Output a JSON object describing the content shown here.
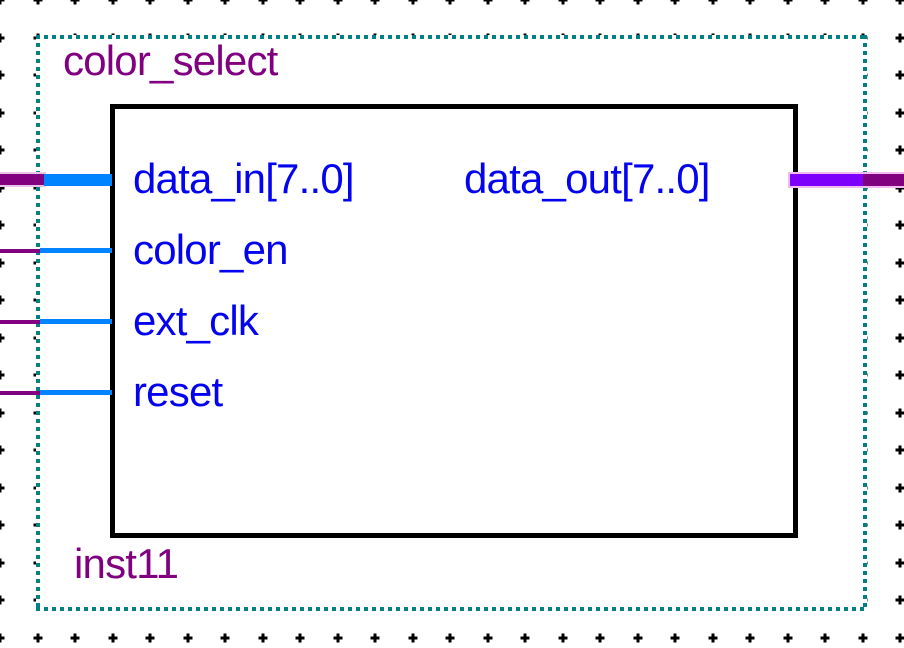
{
  "editor": {
    "background_color": "#ffffff",
    "grid_mark_color": "#000000"
  },
  "selection": {
    "border_color": "#067f82",
    "title_label": "color_select",
    "instance_label": "inst11",
    "label_color": "#800080"
  },
  "symbol": {
    "border_color": "#000000",
    "pin_text_color": "#0303f0",
    "input_pins": [
      {
        "name": "data_in[7..0]",
        "type": "bus"
      },
      {
        "name": "color_en",
        "type": "single"
      },
      {
        "name": "ext_clk",
        "type": "single"
      },
      {
        "name": "reset",
        "type": "single"
      }
    ],
    "output_pins": [
      {
        "name": "data_out[7..0]",
        "type": "bus"
      }
    ]
  },
  "wires": {
    "bus_color": "#800080",
    "bus_selected_color": "#7d00fb",
    "selected_halo_color": "#f2baf2",
    "pin_stub_color": "#0084ff"
  }
}
